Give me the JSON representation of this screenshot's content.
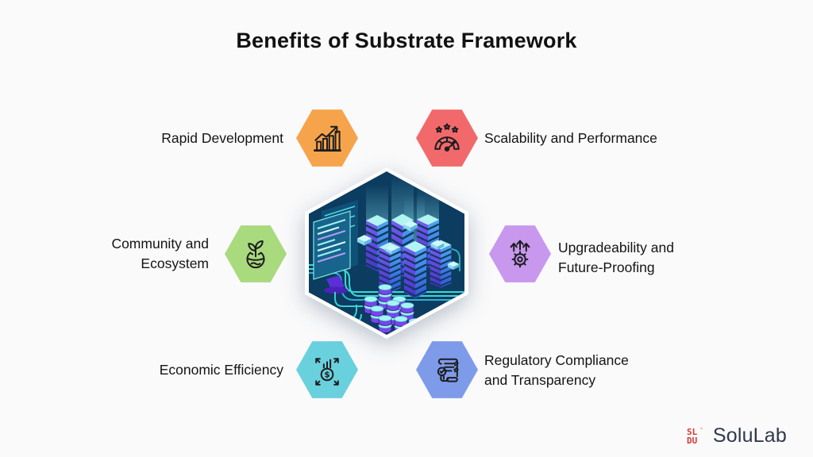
{
  "title": "Benefits of Substrate Framework",
  "benefits": [
    {
      "name": "rapid-development",
      "label_lines": [
        "Rapid Development"
      ],
      "hex_color": "#F6A44B",
      "icon": "bar-chart-growth-icon"
    },
    {
      "name": "scalability-and-performance",
      "label_lines": [
        "Scalability and Performance"
      ],
      "hex_color": "#F2696C",
      "icon": "speedometer-stars-icon"
    },
    {
      "name": "community-and-ecosystem",
      "label_lines": [
        "Community and",
        "Ecosystem"
      ],
      "hex_color": "#A9DA7E",
      "icon": "plant-globe-icon"
    },
    {
      "name": "upgradeability-and-future-proofing",
      "label_lines": [
        "Upgradeability and",
        "Future-Proofing"
      ],
      "hex_color": "#C897EE",
      "icon": "gear-up-arrows-icon"
    },
    {
      "name": "economic-efficiency",
      "label_lines": [
        "Economic Efficiency"
      ],
      "hex_color": "#69D0DE",
      "icon": "coin-expand-icon"
    },
    {
      "name": "regulatory-compliance-and-transparency",
      "label_lines": [
        "Regulatory Compliance",
        "and Transparency"
      ],
      "hex_color": "#7E9BEA",
      "icon": "compliance-scroll-icon"
    }
  ],
  "center_illustration": {
    "theme": "isometric-blockchain-network",
    "background": "#0C3C5F"
  },
  "logo": {
    "brand": "SoluLab",
    "mark_top": "SL",
    "mark_bottom": "DU",
    "trademark": "™",
    "mark_color": "#D43A34",
    "text_color": "#2E3A4B"
  }
}
